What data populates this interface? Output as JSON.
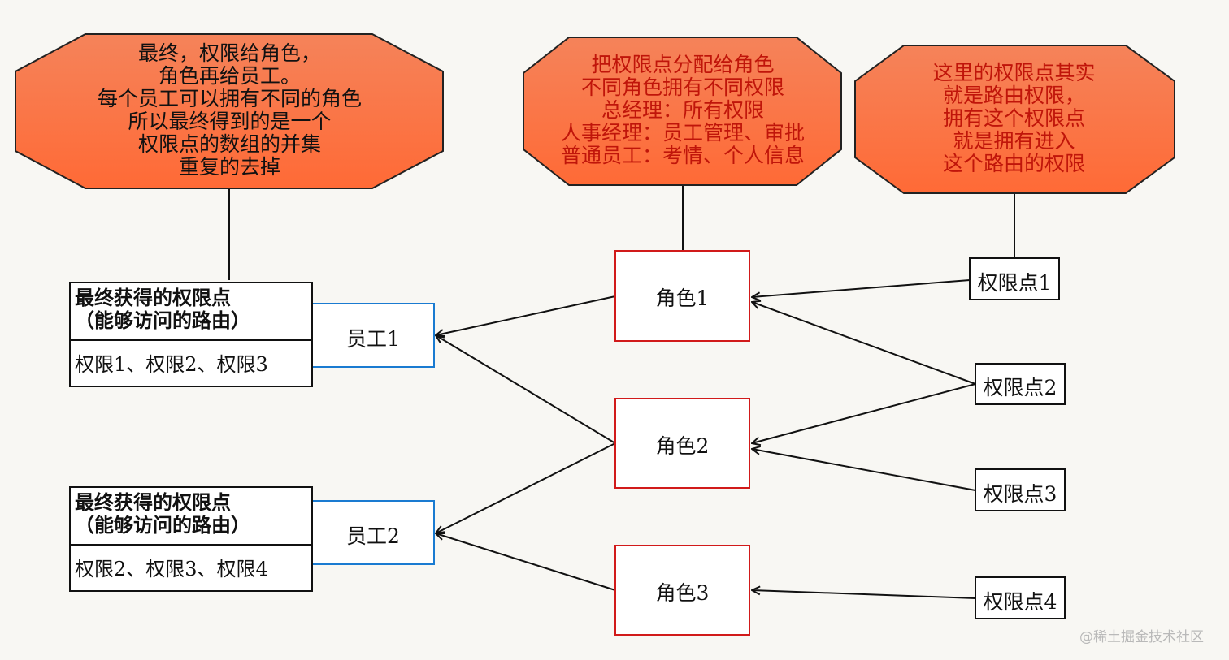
{
  "notes": [
    {
      "text": "最终，权限给角色，\n角色再给员工。\n每个员工可以拥有不同的角色\n所以最终得到的是一个\n权限点的数组的并集\n重复的去掉",
      "color": "#111111"
    },
    {
      "text": "把权限点分配给角色\n不同角色拥有不同权限\n总经理：所有权限\n人事经理：员工管理、审批\n普通员工：考情、个人信息",
      "color": "#c0150a"
    },
    {
      "text": "这里的权限点其实\n就是路由权限，\n拥有这个权限点\n就是拥有进入\n这个路由的权限",
      "color": "#c0150a"
    }
  ],
  "roles": [
    "角色1",
    "角色2",
    "角色3"
  ],
  "permissions": [
    "权限点1",
    "权限点2",
    "权限点3",
    "权限点4"
  ],
  "employees": [
    "员工1",
    "员工2"
  ],
  "panels": [
    {
      "title": "最终获得的权限点\n（能够访问的路由）",
      "body": "权限1、权限2、权限3"
    },
    {
      "title": "最终获得的权限点\n（能够访问的路由）",
      "body": "权限2、权限3、权限4"
    }
  ],
  "watermark": "@稀土掘金技术社区",
  "colors": {
    "note_fill_top": "#f58a5c",
    "note_fill_bottom": "#ff6633",
    "role_border": "#d11a1a",
    "employee_border": "#1a7bd1",
    "line": "#111111"
  }
}
